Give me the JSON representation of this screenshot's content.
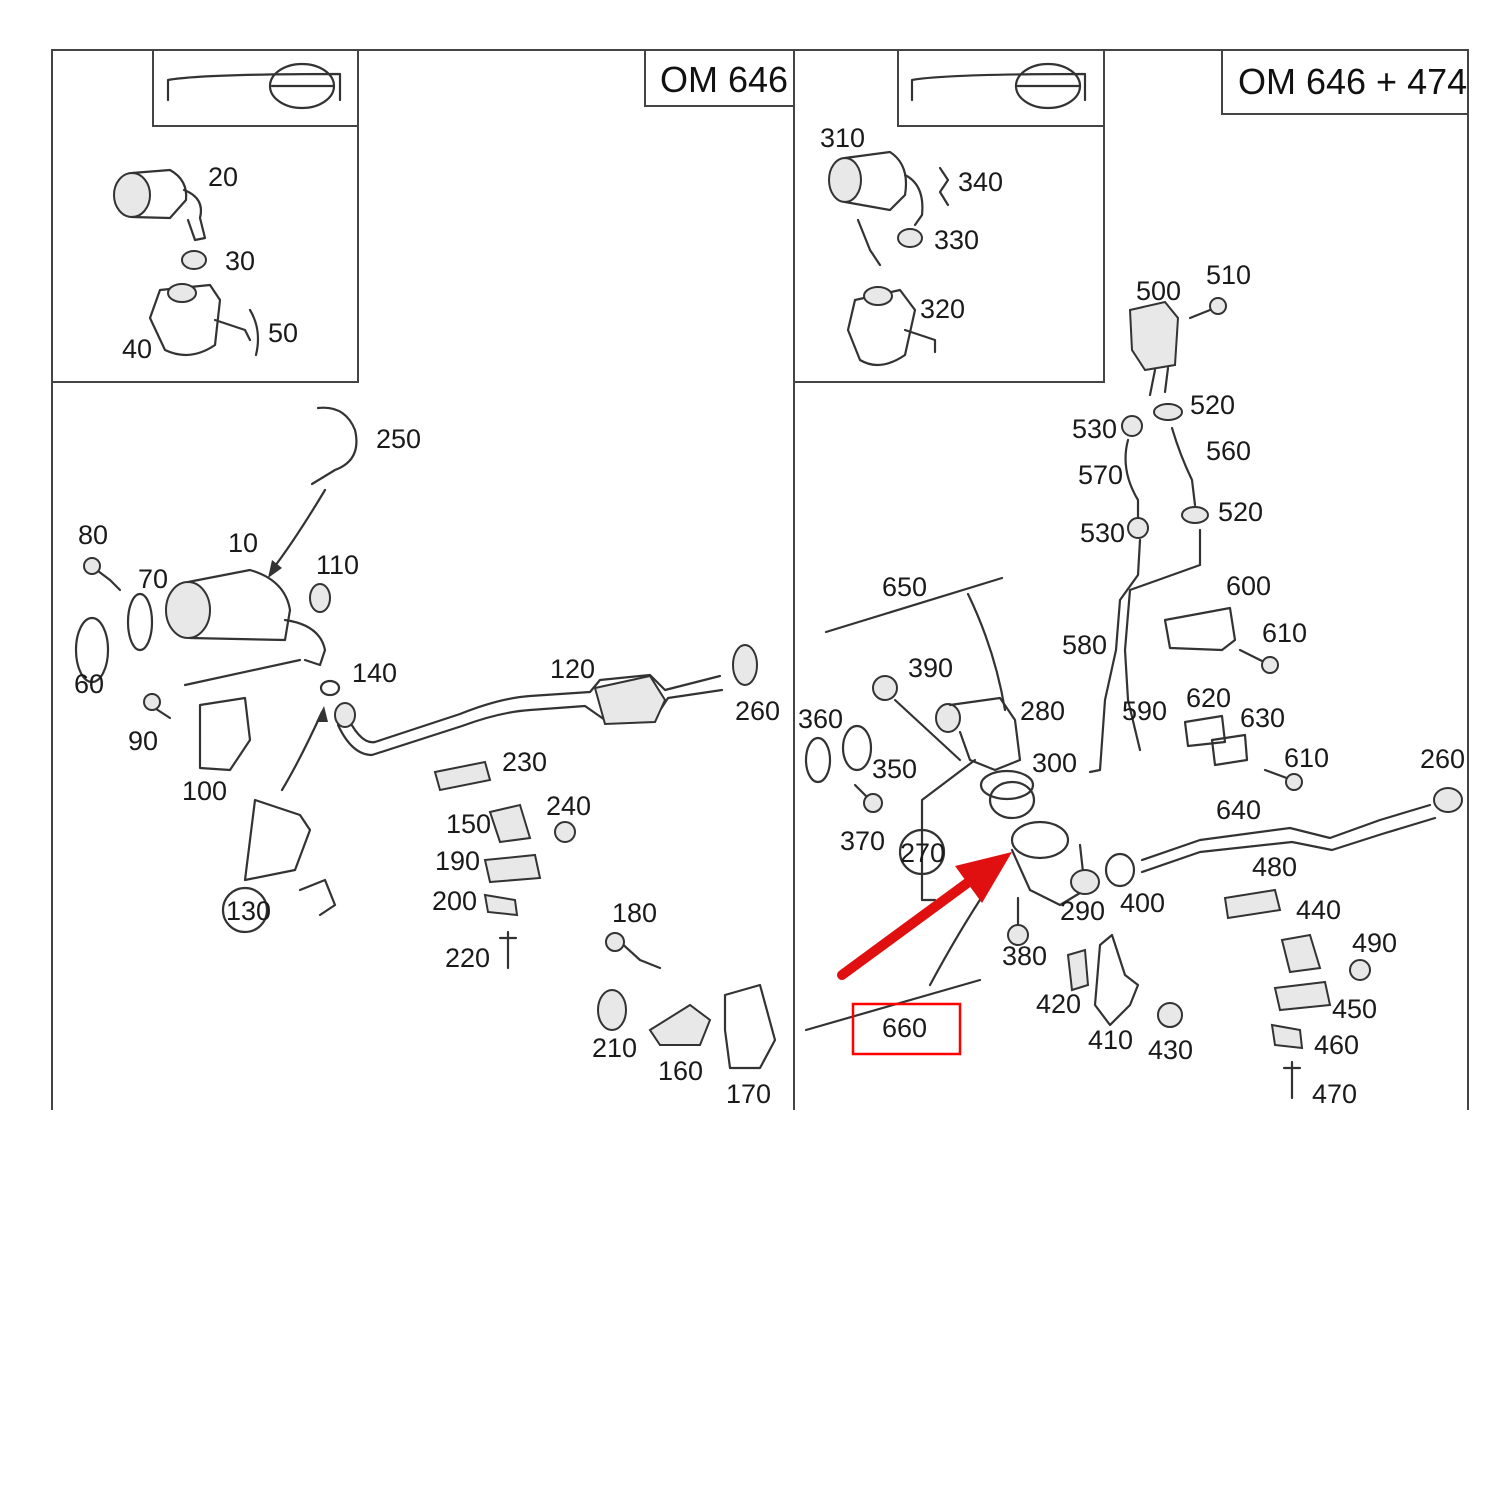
{
  "left_panel": {
    "title": "OM 646",
    "labels": [
      "20",
      "30",
      "40",
      "50",
      "250",
      "10",
      "80",
      "70",
      "110",
      "60",
      "140",
      "120",
      "260",
      "90",
      "100",
      "230",
      "150",
      "240",
      "190",
      "200",
      "220",
      "130",
      "180",
      "210",
      "160",
      "170"
    ]
  },
  "right_panel": {
    "title": "OM 646 + 474",
    "labels": [
      "310",
      "340",
      "330",
      "320",
      "500",
      "510",
      "520",
      "530",
      "560",
      "570",
      "520",
      "530",
      "650",
      "600",
      "610",
      "580",
      "390",
      "360",
      "280",
      "590",
      "620",
      "630",
      "350",
      "300",
      "610",
      "260",
      "640",
      "370",
      "270",
      "480",
      "400",
      "290",
      "440",
      "490",
      "380",
      "420",
      "450",
      "410",
      "430",
      "460",
      "470",
      "660"
    ]
  },
  "highlight": {
    "label_index": 41,
    "color": "#ff0000"
  },
  "arrow_color": "#e01010"
}
